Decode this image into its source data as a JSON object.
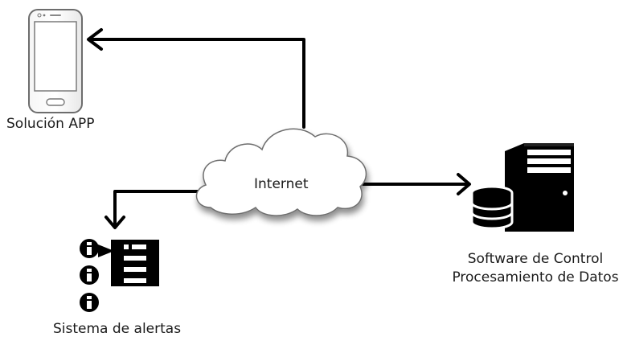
{
  "nodes": {
    "app": {
      "label": "Solución APP",
      "icon": "smartphone-icon"
    },
    "internet": {
      "label": "Internet",
      "icon": "cloud-icon"
    },
    "server": {
      "line1": "Software de Control",
      "line2": "Procesamiento de Datos",
      "icon": "server-database-icon"
    },
    "alerts": {
      "label": "Sistema de alertas",
      "icon": "alert-list-icon"
    }
  },
  "colors": {
    "line": "#000000",
    "background": "#ffffff",
    "cloud_fill": "#ffffff",
    "cloud_shadow": "#bdbdbd"
  }
}
